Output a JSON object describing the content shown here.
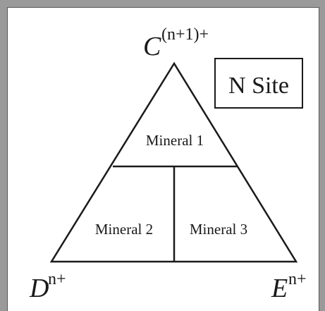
{
  "site_label": "N Site",
  "vertices": {
    "top": {
      "symbol": "C",
      "charge": "(n+1)+"
    },
    "bottom_left": {
      "symbol": "D",
      "charge": "n+"
    },
    "bottom_right": {
      "symbol": "E",
      "charge": "n+"
    }
  },
  "regions": {
    "mineral1": "Mineral 1",
    "mineral2": "Mineral 2",
    "mineral3": "Mineral 3"
  },
  "colors": {
    "border": "#9a9a9a",
    "line": "#1a1a1a",
    "background": "#ffffff"
  }
}
